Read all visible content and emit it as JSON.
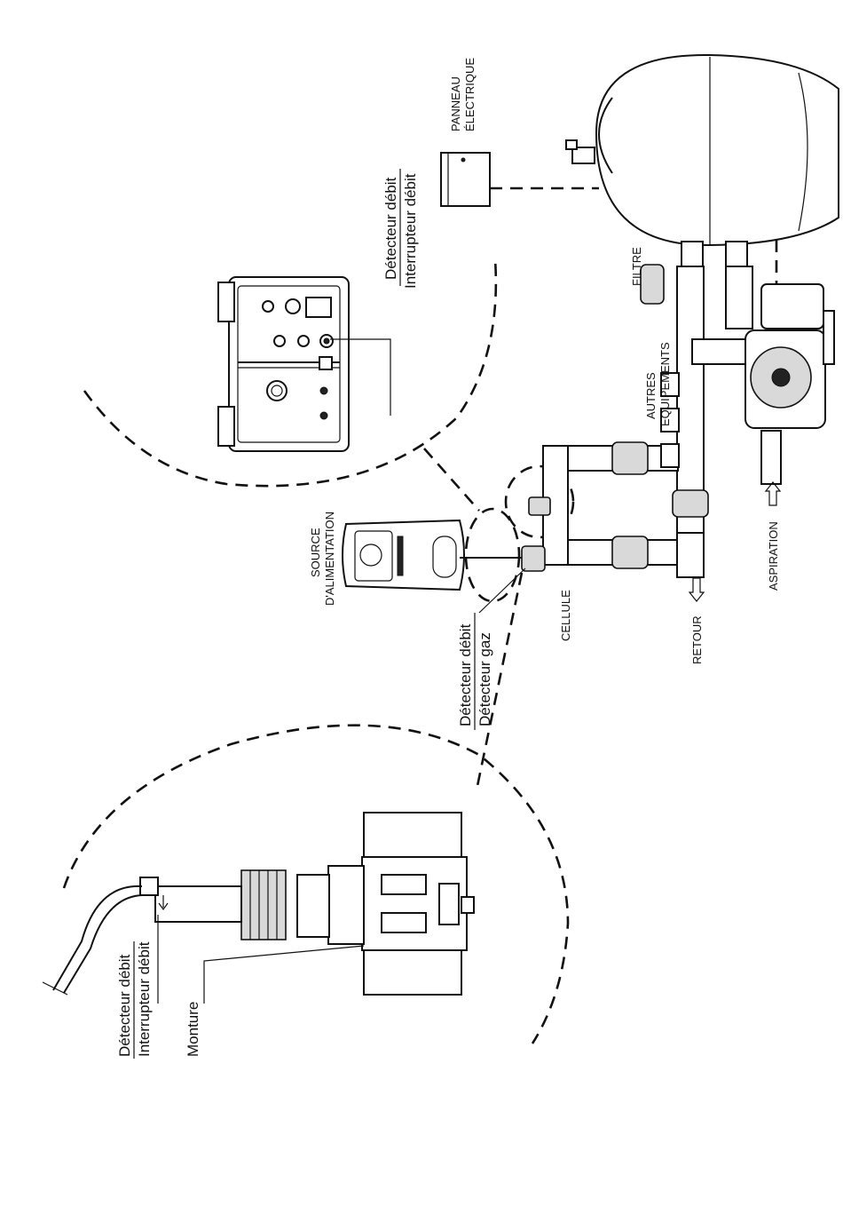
{
  "labels": {
    "panneau_1": "PANNEAU",
    "panneau_2": "ÉLECTRIQUE",
    "filtre": "FILTRE",
    "autres_1": "AUTRES",
    "autres_2": "EQUIPEMENTS",
    "aspiration": "ASPIRATION",
    "retour": "RETOUR",
    "cellule": "CELLULE",
    "source_1": "SOURCE",
    "source_2": "D'ALIMENTATION",
    "detect_top_1": "Détecteur débit",
    "detect_top_2": "Interrupteur débit",
    "detect_mid_1": "Détecteur débit",
    "detect_mid_2": "Détecteur gaz",
    "detect_bot_1": "Détecteur débit",
    "detect_bot_2": "Interrupteur débit",
    "monture": "Monture"
  }
}
